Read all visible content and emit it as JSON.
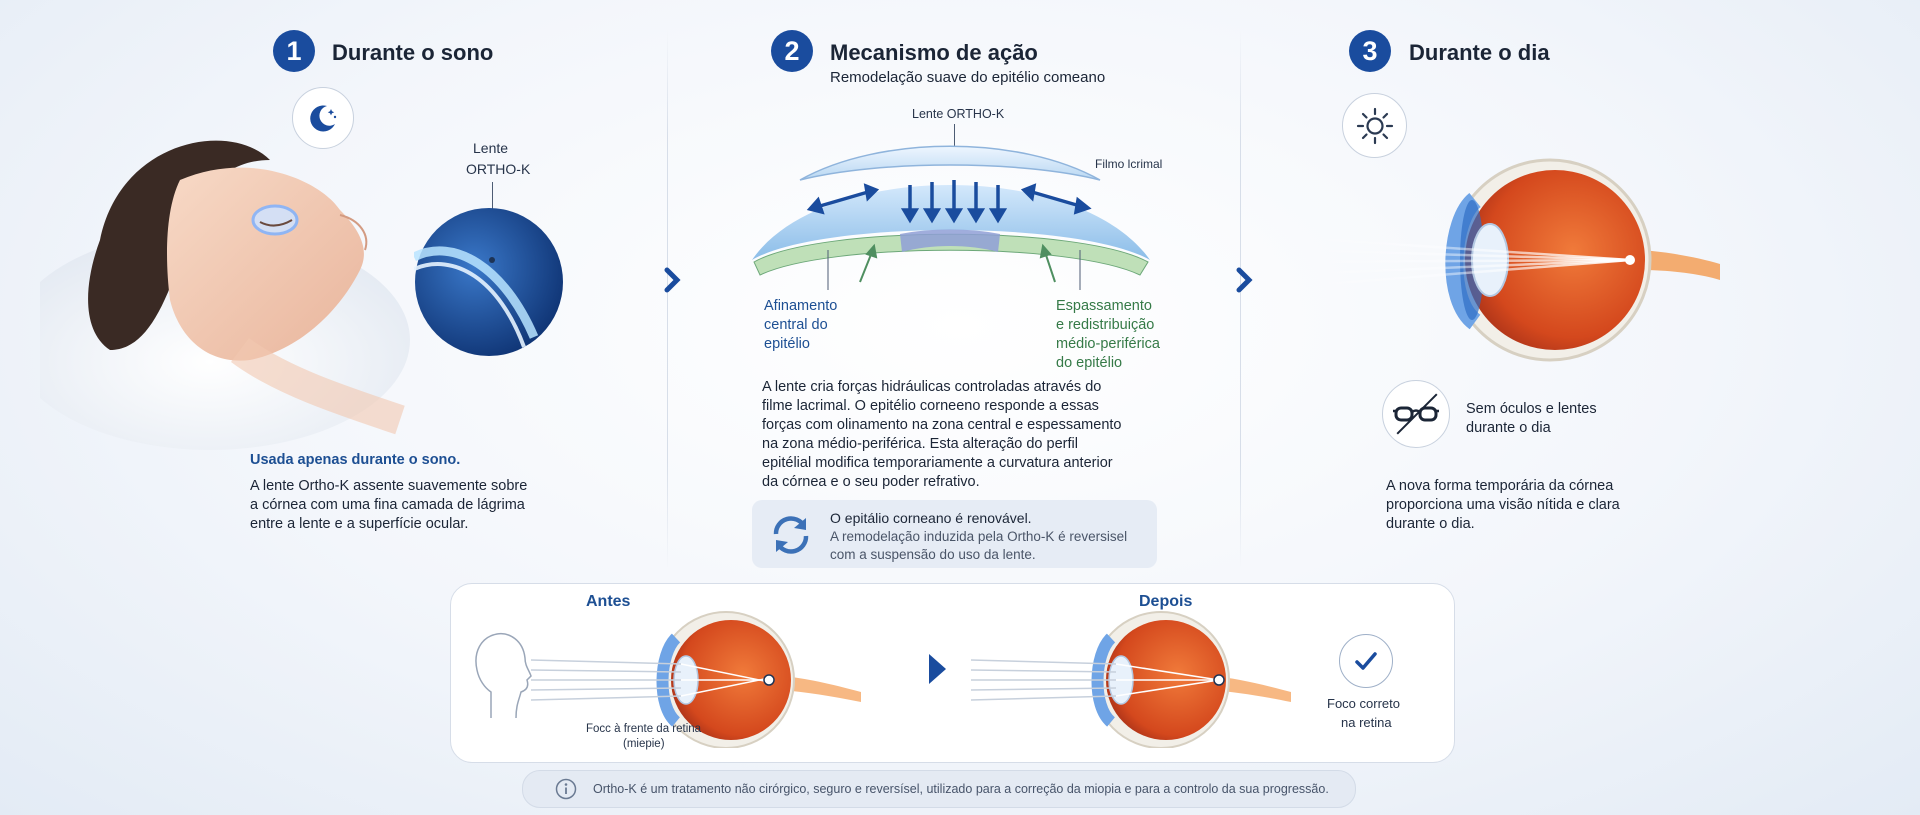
{
  "section1": {
    "number": "1",
    "title": "Durante o sono",
    "lens_label_line1": "Lente",
    "lens_label_line2": "ORTHO-K",
    "caption_title": "Usada apenas durante o sono.",
    "caption_lines": [
      "A lente Ortho-K assente suavemente sobre",
      "a córnea com uma fina camada de lágrima",
      "entre a lente e a superfície ocular."
    ],
    "icon": "moon-stars-icon"
  },
  "section2": {
    "number": "2",
    "title": "Mecanismo de ação",
    "subtitle": "Remodelação suave do epitélio comeano",
    "lens_label": "Lente ORTHO-K",
    "film_label": "Filmo lcrimal",
    "left_label_lines": [
      "Afinamento",
      "central do",
      "epitélio"
    ],
    "right_label_lines": [
      "Espassamento",
      "e redistribuição",
      "médio-periférica",
      "do epitélio"
    ],
    "body_lines": [
      "A lente cria forças hidráulicas controladas através do",
      "filme lacrimal. O epitélio corneeno responde a essas",
      "forças com olinamento na zona central e espessamento",
      "na zona médio-periférica. Esta alteração do perfil",
      "epitélial modifica temporariamente a curvatura anterior",
      "da córnea e o seu poder refrativo."
    ],
    "note_title": "O epitálio corneano é renovável.",
    "note_lines": [
      "A remodelação induzida pela Ortho-K é reversisel",
      "com a suspensão do uso da lente."
    ],
    "note_icon": "refresh-icon"
  },
  "section3": {
    "number": "3",
    "title": "Durante o dia",
    "icon": "sun-icon",
    "glasses_icon": "glasses-crossed-icon",
    "glasses_lines": [
      "Sem óculos e lentes",
      "durante o dia"
    ],
    "body_lines": [
      "A nova forma temporária da córnea",
      "proporciona uma visão nítida e clara",
      "durante o dia."
    ]
  },
  "comparison": {
    "before_title": "Antes",
    "after_title": "Depois",
    "before_caption_lines": [
      "Focc à frente da retina",
      "(miepie)"
    ],
    "after_caption_lines": [
      "Foco correto",
      "na retina"
    ],
    "check_icon": "check-icon"
  },
  "footer": {
    "icon": "info-icon",
    "text": "Ortho-K é um tratamento não cirórgico, seguro e reversísel, utilizado para a correção da miopia e para a controlo da sua progressão."
  },
  "colors": {
    "accent": "#1a4c9e",
    "label_blue": "#1d4f93",
    "label_green": "#357a47",
    "eye_orange": "#e8612c"
  }
}
